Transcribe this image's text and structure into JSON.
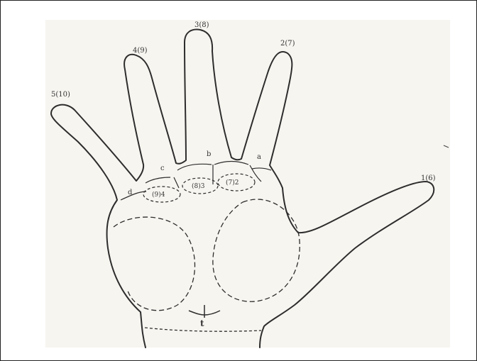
{
  "diagram": {
    "finger_labels": {
      "thumb": "1(6)",
      "index": "2(7)",
      "middle": "3(8)",
      "ring": "4(9)",
      "little": "5(10)"
    },
    "triradii": {
      "a": "a",
      "b": "b",
      "c": "c",
      "d": "d",
      "t": "t"
    },
    "interdigital_areas": {
      "i2": "(7)2",
      "i3": "(8)3",
      "i4": "(9)4"
    }
  },
  "colors": {
    "ink": "#333333",
    "paper": "#f7f5f0",
    "frame": "#222222"
  }
}
